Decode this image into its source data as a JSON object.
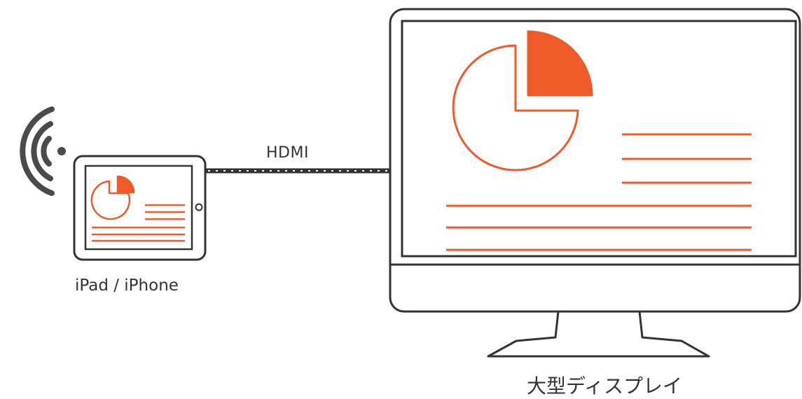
{
  "labels": {
    "hdmi": "HDMI",
    "source_device": "iPad / iPhone",
    "large_display": "大型ディスプレイ"
  },
  "icons": {
    "wireless": "wireless-signal-icon",
    "tablet": "tablet-icon",
    "monitor": "monitor-icon",
    "pie_chart": "pie-chart-icon"
  },
  "colors": {
    "outline": "#333333",
    "accent": "#f05a28",
    "background": "#ffffff"
  }
}
